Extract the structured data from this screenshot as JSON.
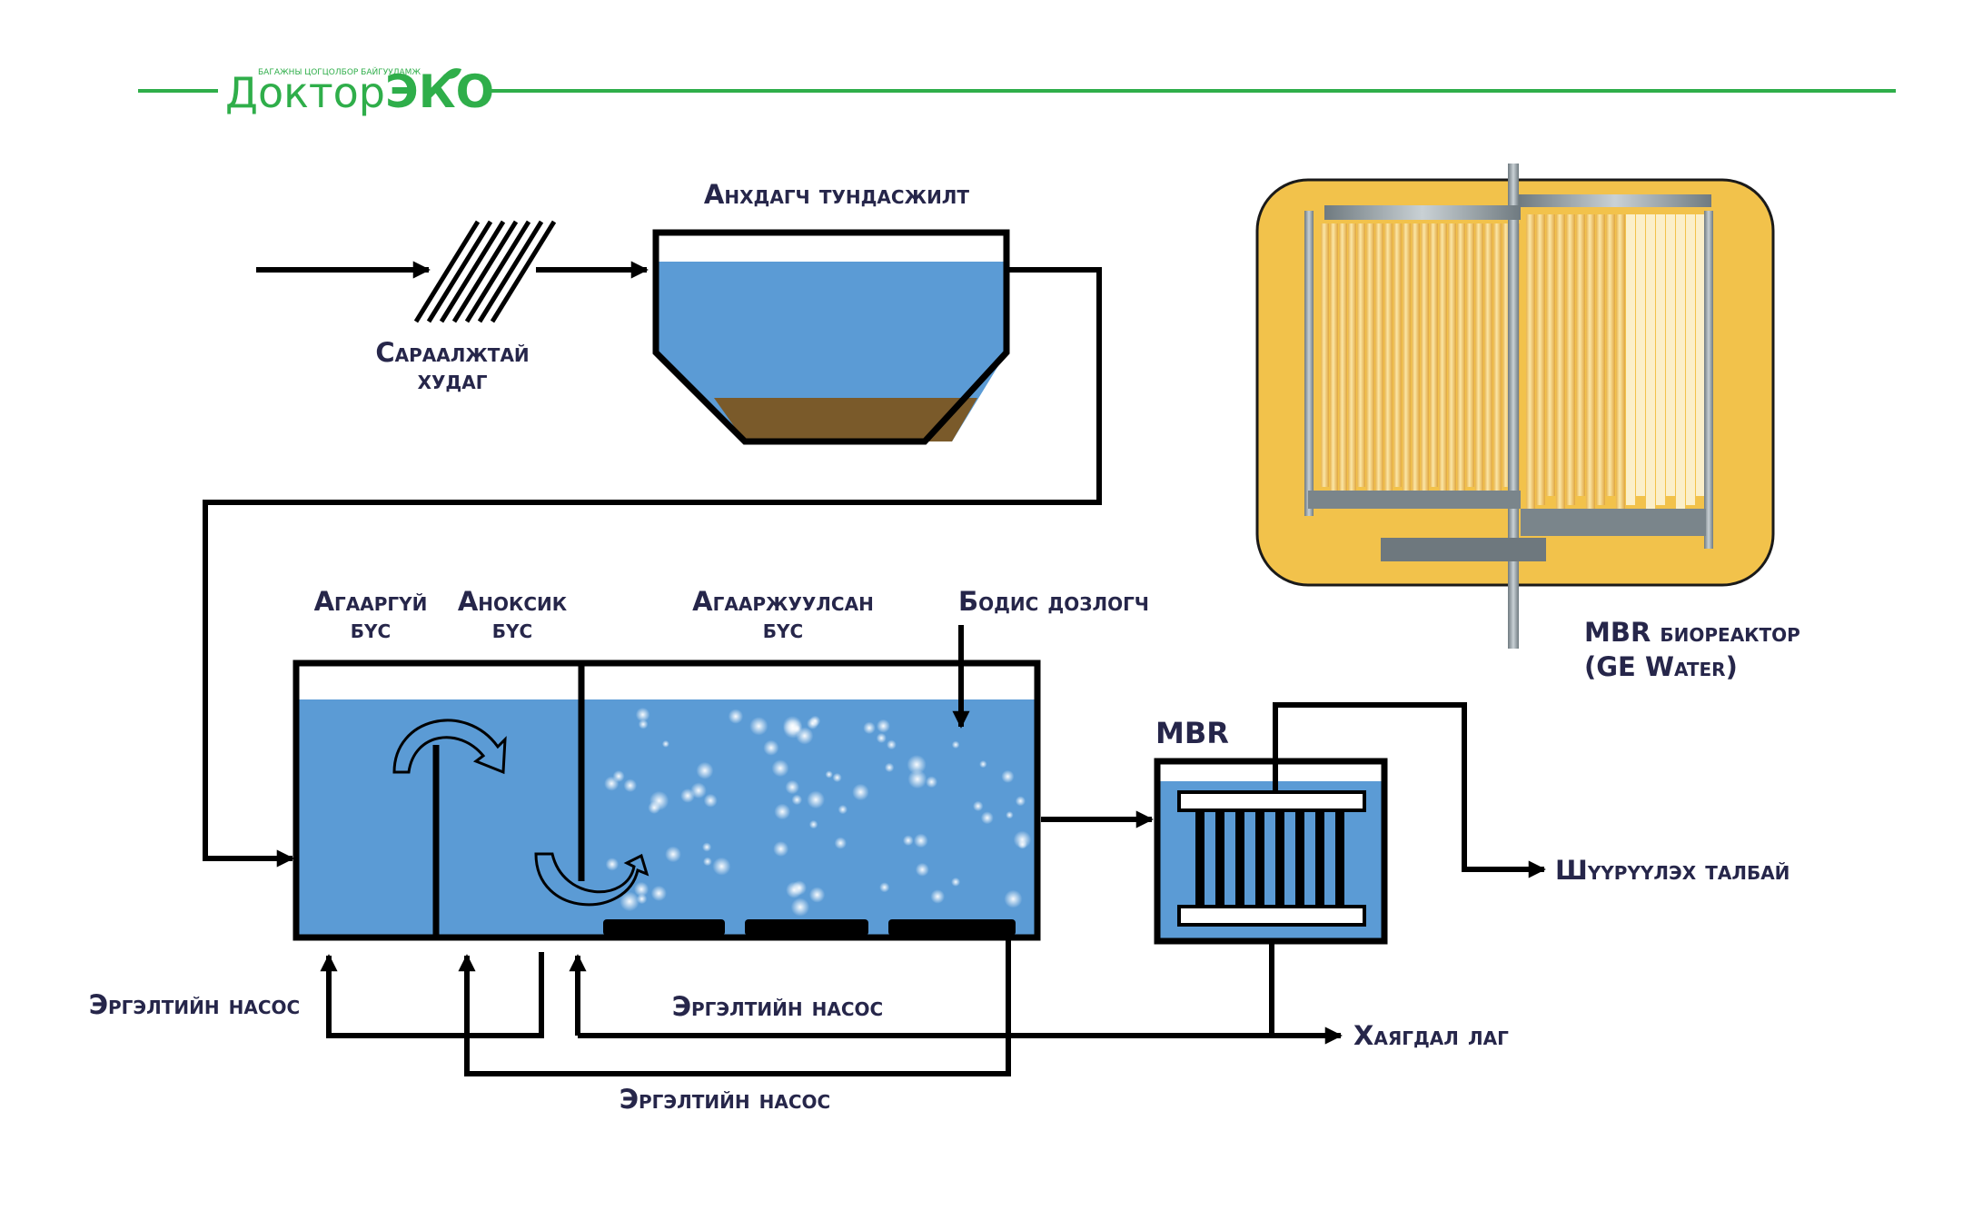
{
  "header": {
    "logo_main": "Доктор",
    "logo_accent": "ЭКО",
    "logo_tagline": "БАГАЖНЫ ЦОГЦОЛБОР БАЙГУУЛАМЖ",
    "line_color": "#2fae4a"
  },
  "labels": {
    "screen": [
      "Сараалжтай",
      "худаг"
    ],
    "primary_settling": "Анхдагч тундасжилт",
    "anaerobic_zone": [
      "Агааргүй",
      "бүс"
    ],
    "anoxic_zone": [
      "Аноксик",
      "бүс"
    ],
    "aerobic_zone": [
      "Агааржуулсан",
      "бүс"
    ],
    "chemical_dosing": "Бодис дозлогч",
    "mbr": "MBR",
    "mbr_bioreactor": [
      "MBR биореактор",
      "(GE Water)"
    ],
    "infiltration_field": "Шүүрүүлэх талбай",
    "waste_sludge": "Хаягдал лаг",
    "recirc_pump_left": "Эргэлтийн насос",
    "recirc_pump_middle": "Эргэлтийн насос",
    "recirc_pump_bottom": "Эргэлтийн насос"
  },
  "colors": {
    "water": "#5b9bd5",
    "sludge": "#7a5a2a",
    "photo_bg": "#f2c24b",
    "outline": "#000000",
    "text": "#26264a"
  },
  "icons": {
    "flow_arrow": "arrow-right-icon",
    "recirculation": "curved-arrow-icon",
    "bubbles": "air-bubble-icon",
    "diffuser": "air-diffuser-icon",
    "membrane": "membrane-module-icon"
  }
}
